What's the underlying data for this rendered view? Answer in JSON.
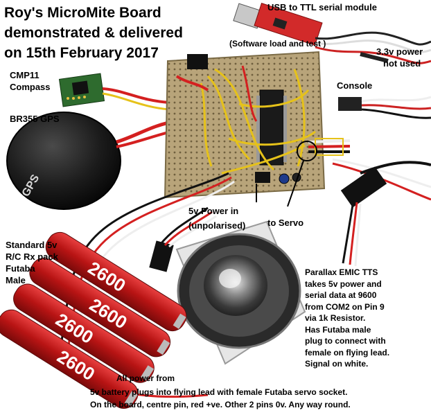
{
  "title": {
    "line1": "Roy's MicroMite Board",
    "line2": "demonstrated & delivered",
    "line3": "on 15th February 2017"
  },
  "labels": {
    "usb_module": "USB to TTL serial module",
    "software_load": "(Software load and test )",
    "power_33_line1": "3.3v power",
    "power_33_line2": "not used",
    "compass_line1": "CMP11",
    "compass_line2": "Compass",
    "gps": "BR355 GPS",
    "console": "Console",
    "power_in_line1": "5v Power in",
    "power_in_line2": "(unpolarised)",
    "servo": "to Servo",
    "pack_line1": "Standard 5v",
    "pack_line2": "R/C Rx pack",
    "pack_line3": "Futaba",
    "pack_line4": "Male",
    "emic_line1": "Parallax EMIC TTS",
    "emic_line2": "takes 5v power and",
    "emic_line3": "serial data at 9600",
    "emic_line4": "from COM2 on Pin 9",
    "emic_line5": "via 1k Resistor.",
    "emic_line6": "Has Futaba male",
    "emic_line7": "plug to connect with",
    "emic_line8": "female on flying lead.",
    "emic_line9": "Signal on white.",
    "footer_line1": "All power from",
    "footer_line2": "5v battery plugs into flying lead with female Futaba servo socket.",
    "footer_line3": "On the board, centre pin, red +ve. Other 2 pins 0v. Any way round."
  },
  "battery_cells": [
    "2600",
    "2600",
    "2600",
    "2600"
  ],
  "gps_marking": "GPS",
  "colors": {
    "board": "#b8a47a",
    "wire_yellow": "#e6c21a",
    "wire_red": "#d42020",
    "battery_red": "#c01818",
    "gps_black": "#111111",
    "compass_green": "#2e6b2e",
    "usb_red": "#d22a2a"
  }
}
